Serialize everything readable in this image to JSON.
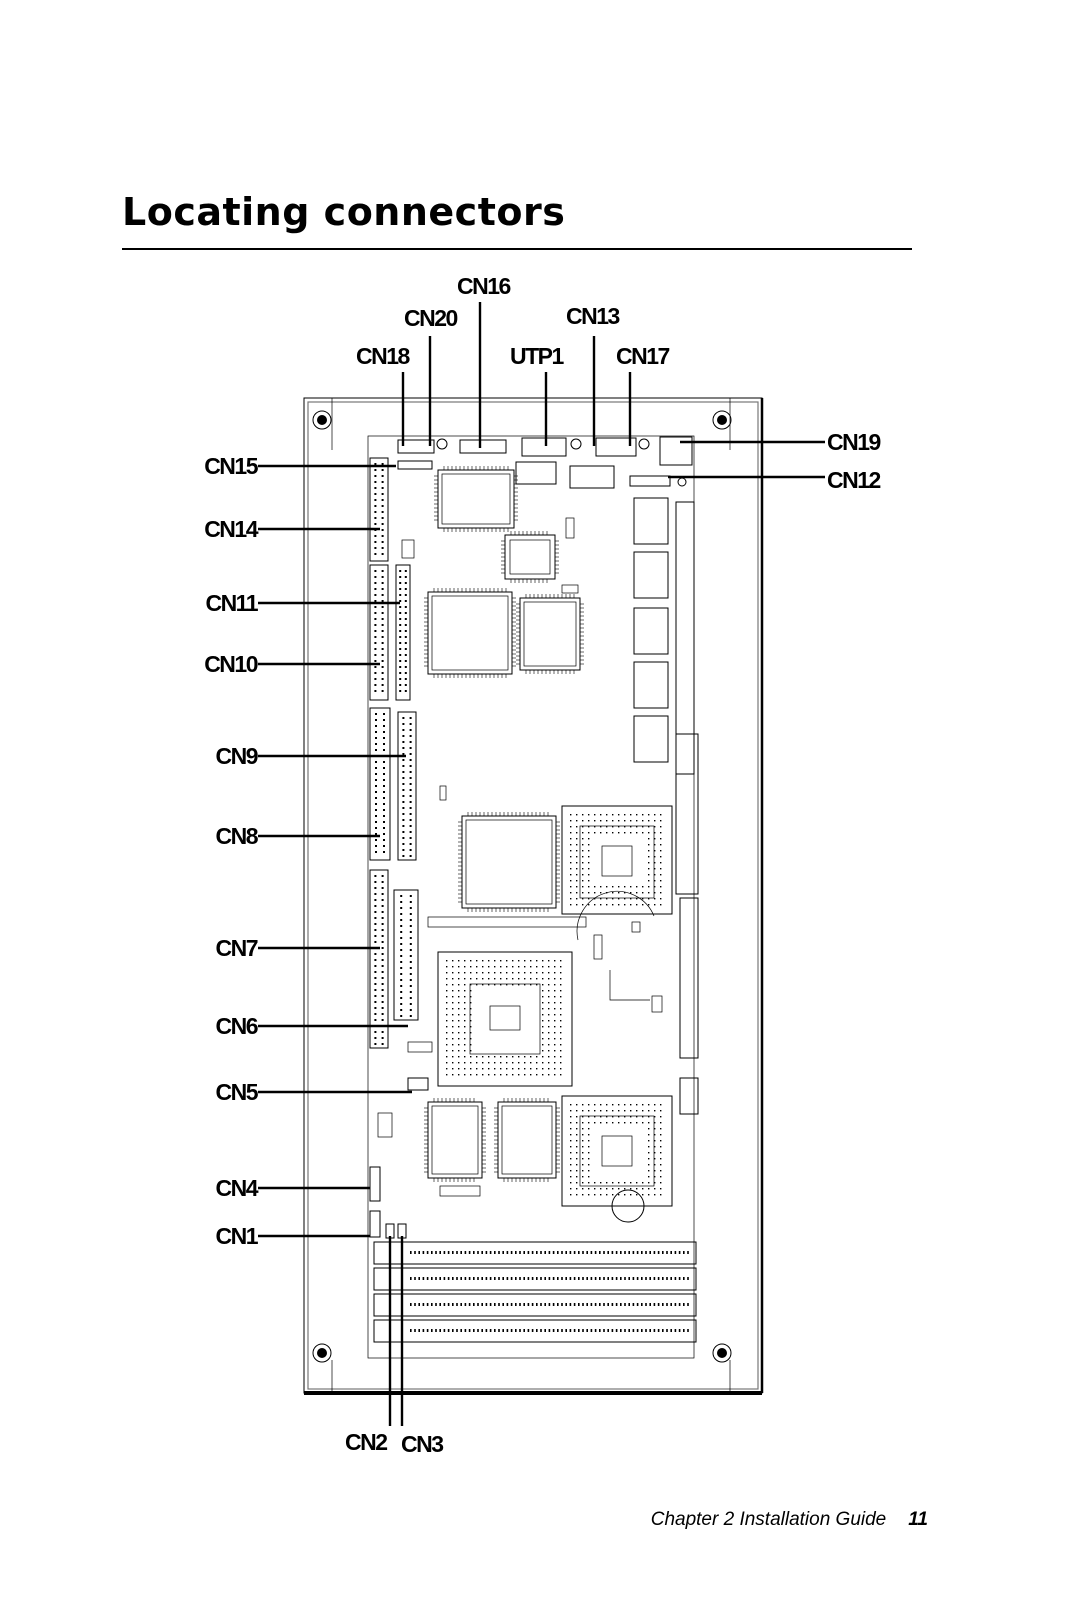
{
  "page": {
    "title": "Locating connectors",
    "footer_chapter": "Chapter 2  Installation Guide",
    "footer_page": "11"
  },
  "connectors": {
    "top": [
      "CN16",
      "CN20",
      "CN13",
      "CN18",
      "UTP1",
      "CN17"
    ],
    "right": [
      "CN19",
      "CN12"
    ],
    "left": [
      "CN15",
      "CN14",
      "CN11",
      "CN10",
      "CN9",
      "CN8",
      "CN7",
      "CN6",
      "CN5",
      "CN4",
      "CN1"
    ],
    "bottom": [
      "CN2",
      "CN3"
    ]
  }
}
